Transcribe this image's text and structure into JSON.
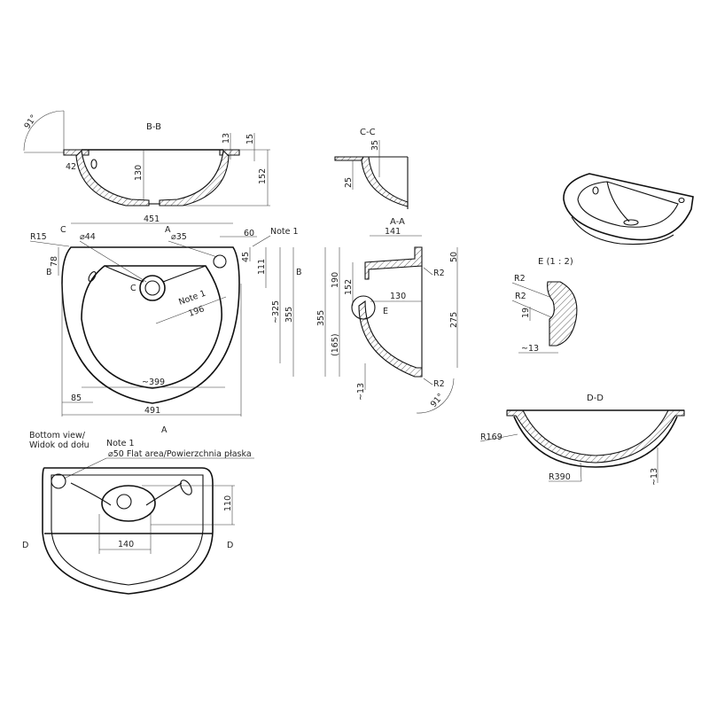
{
  "drawing": {
    "title": "Washbasin technical drawing",
    "line_color": "#111111",
    "background": "#ffffff"
  },
  "views": {
    "section_bb": {
      "label": "B-B",
      "dims": {
        "angle": "91°",
        "lip": "42",
        "depth_inner": "130",
        "rim_a": "13",
        "rim_b": "15",
        "height": "152"
      }
    },
    "top_view": {
      "dims": {
        "width_top": "451",
        "hole_main": "⌀44",
        "hole_tap": "⌀35",
        "tap_offset_x": "60",
        "note": "Note 1",
        "radius": "R15",
        "depth_78": "78",
        "tap_offset_y": "45",
        "tap_y": "111",
        "depth_inner": "~325",
        "depth_total": "355",
        "note_dim_label": "Note 1",
        "note_dim": "196",
        "inner_width": "~399",
        "offset_left": "85",
        "width_total": "491"
      },
      "section_marks": {
        "a": "A",
        "b": "B",
        "c": "C"
      }
    },
    "section_cc": {
      "label": "C-C",
      "dims": {
        "d35": "35",
        "d25": "25"
      }
    },
    "section_aa": {
      "label": "A-A",
      "dims": {
        "width": "141",
        "rim": "50",
        "r_top": "R2",
        "d190": "190",
        "d152": "152",
        "d130": "130",
        "d275": "275",
        "d355": "355",
        "d165": "(165)",
        "d13": "~13",
        "r_bottom": "R2",
        "angle": "91°",
        "detail": "E"
      }
    },
    "detail_e": {
      "label": "E (1 : 2)",
      "dims": {
        "r1": "R2",
        "r2": "R2",
        "d19": "19",
        "d13": "~13"
      }
    },
    "section_dd": {
      "label": "D-D",
      "dims": {
        "r169": "R169",
        "r390": "R390",
        "d13": "~13"
      }
    },
    "bottom_view": {
      "title_line1": "Bottom view/",
      "title_line2": "Widok od dołu",
      "note_title": "Note 1",
      "note_text": "⌀50 Flat area/Powierzchnia płaska",
      "dims": {
        "d110": "110",
        "d140": "140"
      },
      "section_marks": {
        "d_left": "D",
        "d_right": "D"
      }
    },
    "isometric": {
      "label": ""
    }
  }
}
